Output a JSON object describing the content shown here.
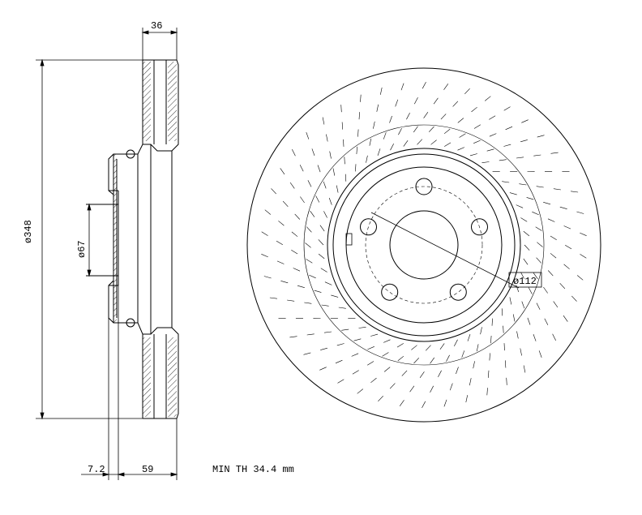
{
  "dimensions": {
    "thickness": "36",
    "outer_diameter": "ø348",
    "hub_bore": "ø67",
    "offset_inner": "7.2",
    "offset_total": "59",
    "bolt_circle": "ø112"
  },
  "note": "MIN TH 34.4 mm",
  "colors": {
    "line": "#000000",
    "background": "#ffffff"
  }
}
